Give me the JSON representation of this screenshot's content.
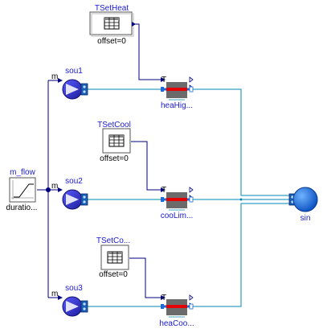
{
  "blocks": {
    "tset_heat": {
      "name": "TSetHeat",
      "param": "offset=0"
    },
    "tset_cool": {
      "name": "TSetCool",
      "param": "offset=0"
    },
    "tset_co": {
      "name": "TSetCo...",
      "param": "offset=0"
    },
    "m_flow": {
      "name": "m_flow",
      "param": "duratio..."
    },
    "sou1": {
      "name": "sou1",
      "port": "m"
    },
    "sou2": {
      "name": "sou2",
      "port": "m"
    },
    "sou3": {
      "name": "sou3",
      "port": "m"
    },
    "hea_hig": {
      "name": "heaHig...",
      "port_t": "T"
    },
    "coo_lim": {
      "name": "cooLim...",
      "port_t": "T"
    },
    "hea_coo": {
      "name": "heaCoo...",
      "port_t": "T"
    },
    "sin": {
      "name": "sin"
    }
  },
  "colors": {
    "signal_line": "#00007f",
    "fluid_line": "#0087b4",
    "label": "#1a1ad0",
    "text": "#000000",
    "source_fill": "#3c3cd4",
    "sink_fill": "#2f7fe8",
    "hx_body": "#6b6b6b",
    "hx_red": "#e60000",
    "hx_blue": "#1c6bd6"
  }
}
